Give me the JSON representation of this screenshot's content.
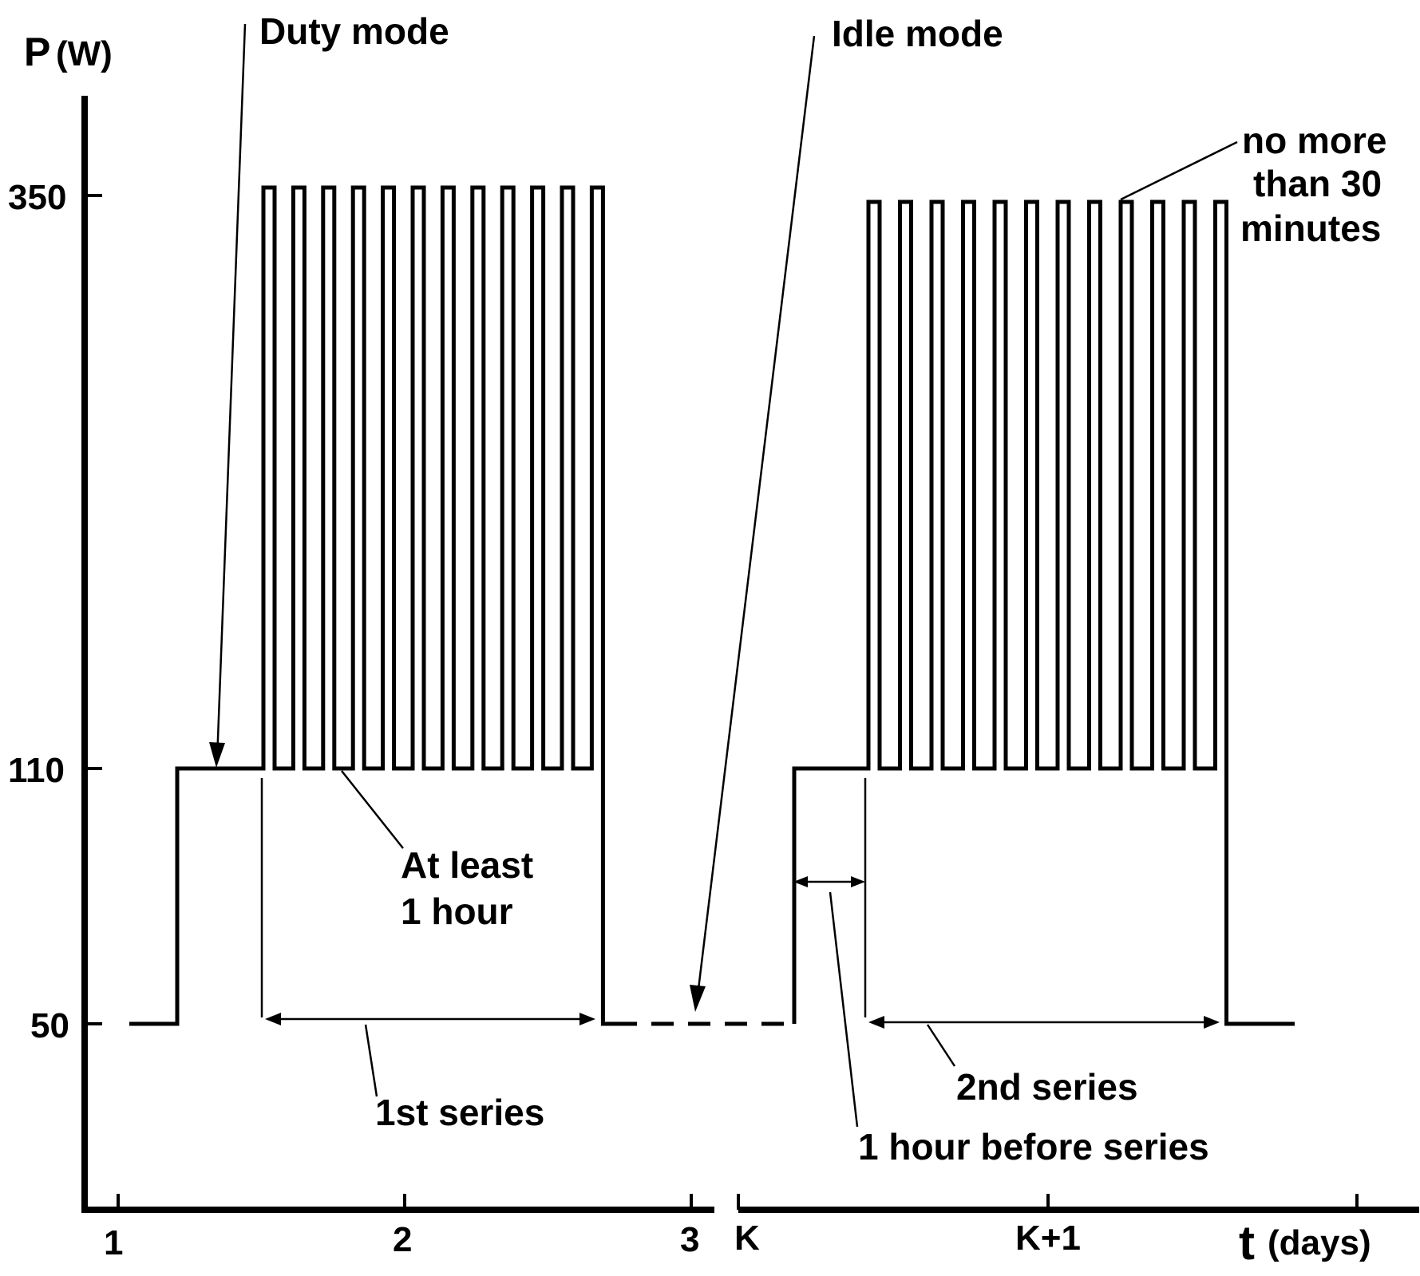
{
  "axes": {
    "y_label": "P (W)",
    "y_label_p": "P",
    "y_label_unit": "(W)",
    "y_ticks": [
      "350",
      "110",
      "50"
    ],
    "x_label_t": "t",
    "x_label_unit": "(days)",
    "x_ticks": [
      "1",
      "2",
      "3",
      "K",
      "K+1"
    ]
  },
  "annotations": {
    "duty_mode": "Duty mode",
    "idle_mode": "Idle mode",
    "no_more_than": [
      "no more",
      "than 30",
      "minutes"
    ],
    "at_least": [
      "At least",
      "1 hour"
    ],
    "first_series": "1st series",
    "second_series": "2nd series",
    "hour_before": "1 hour before series"
  },
  "power_levels_w": {
    "idle": 50,
    "duty": 110,
    "peak": 350
  },
  "series": [
    {
      "name": "1st series",
      "pulses": 12
    },
    {
      "name": "2nd series",
      "pulses": 12
    }
  ],
  "colors": {
    "line": "#000000",
    "background": "#ffffff"
  }
}
